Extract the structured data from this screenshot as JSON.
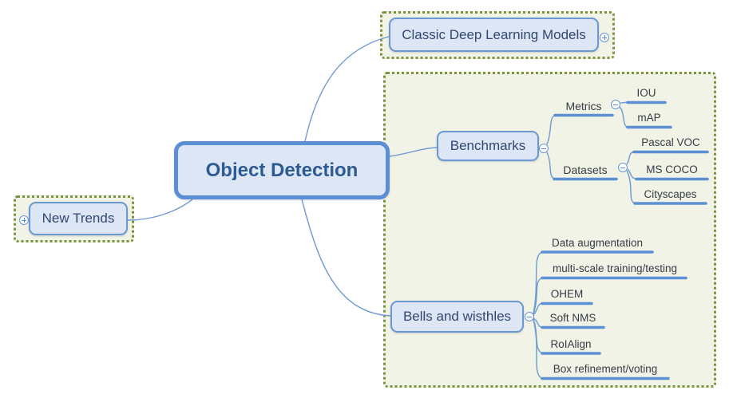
{
  "root": {
    "label": "Object Detection"
  },
  "branches": {
    "classic": {
      "label": "Classic Deep Learning Models",
      "expander": "plus"
    },
    "new_trends": {
      "label": "New Trends",
      "expander": "plus"
    },
    "benchmarks": {
      "label": "Benchmarks",
      "expander": "minus",
      "children": {
        "metrics": {
          "label": "Metrics",
          "expander": "minus",
          "children": {
            "iou": {
              "label": "IOU"
            },
            "map": {
              "label": "mAP"
            }
          }
        },
        "datasets": {
          "label": "Datasets",
          "expander": "minus",
          "children": {
            "pascal_voc": {
              "label": "Pascal VOC"
            },
            "ms_coco": {
              "label": "MS COCO"
            },
            "cityscapes": {
              "label": "Cityscapes"
            }
          }
        }
      }
    },
    "bells": {
      "label": "Bells and wisthles",
      "expander": "minus",
      "children": {
        "data_augmentation": {
          "label": "Data augmentation"
        },
        "multi_scale": {
          "label": "multi-scale training/testing"
        },
        "ohem": {
          "label": "OHEM"
        },
        "soft_nms": {
          "label": "Soft NMS"
        },
        "roialign": {
          "label": "RoIAlign"
        },
        "box_refinement": {
          "label": "Box refinement/voting"
        }
      }
    }
  },
  "colors": {
    "canvas_bg": "#ffffff",
    "node_fill": "#dce6f5",
    "node_border": "#6b97d3",
    "central_border": "#5b8ed5",
    "central_text": "#2e5a94",
    "node_text": "#32476f",
    "leaf_text": "#373c45",
    "wire": "#6e9ad1",
    "underline": "#5c90d5",
    "boundary_border": "#7a9440",
    "boundary_fill": "#f0f3e5"
  }
}
